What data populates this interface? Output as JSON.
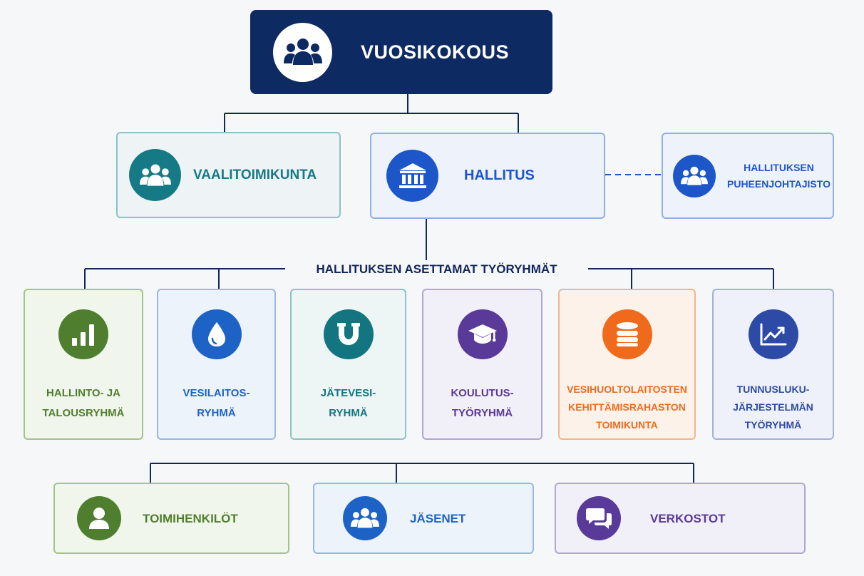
{
  "top": {
    "title": "VUOSIKOKOUS",
    "icon": "people-group-icon"
  },
  "level2": {
    "vaalitoimikunta": {
      "label": "VAALITOIMIKUNTA",
      "icon": "people-group-icon",
      "color": "#157a86"
    },
    "hallitus": {
      "label": "HALLITUS",
      "icon": "bank-building-icon",
      "color": "#1c56c9"
    },
    "puheenjohtajisto": {
      "lines": [
        "HALLITUKSEN",
        "PUHEENJOHTAJISTO"
      ],
      "icon": "people-group-icon",
      "color": "#1c56c9"
    }
  },
  "section_title": "HALLITUKSEN ASETTAMAT TYÖRYHMÄT",
  "working_groups": [
    {
      "id": "hallinto",
      "lines": [
        "HALLINTO- JA",
        "TALOUSRYHMÄ"
      ],
      "icon": "bar-chart-icon",
      "color": "#4f7f2e"
    },
    {
      "id": "vesilaitos",
      "lines": [
        "VESILAITOS-",
        "RYHMÄ"
      ],
      "icon": "water-drop-icon",
      "color": "#1d63c6"
    },
    {
      "id": "jatevesi",
      "lines": [
        "JÄTEVESI-",
        "RYHMÄ"
      ],
      "icon": "pipe-icon",
      "color": "#127580"
    },
    {
      "id": "koulutus",
      "lines": [
        "KOULUTUS-",
        "TYÖRYHMÄ"
      ],
      "icon": "graduation-cap-icon",
      "color": "#5a3a99"
    },
    {
      "id": "rahasto",
      "lines": [
        "VESIHUOLTOLAITOSTEN",
        "KEHITTÄMISRAHASTON",
        "TOIMIKUNTA"
      ],
      "icon": "coins-stack-icon",
      "color": "#f06a1c"
    },
    {
      "id": "tunnusluku",
      "lines": [
        "TUNNUSLUKU-",
        "JÄRJESTELMÄN",
        "TYÖRYHMÄ"
      ],
      "icon": "trend-chart-icon",
      "color": "#2d4aa6"
    }
  ],
  "bottom": [
    {
      "id": "toimihenkilot",
      "label": "TOIMIHENKILÖT",
      "icon": "person-icon",
      "color": "#4f7f2e"
    },
    {
      "id": "jasenet",
      "label": "JÄSENET",
      "icon": "people-group-icon",
      "color": "#1d63c6"
    },
    {
      "id": "verkostot",
      "label": "VERKOSTOT",
      "icon": "chat-bubbles-icon",
      "color": "#5a3a99"
    }
  ]
}
